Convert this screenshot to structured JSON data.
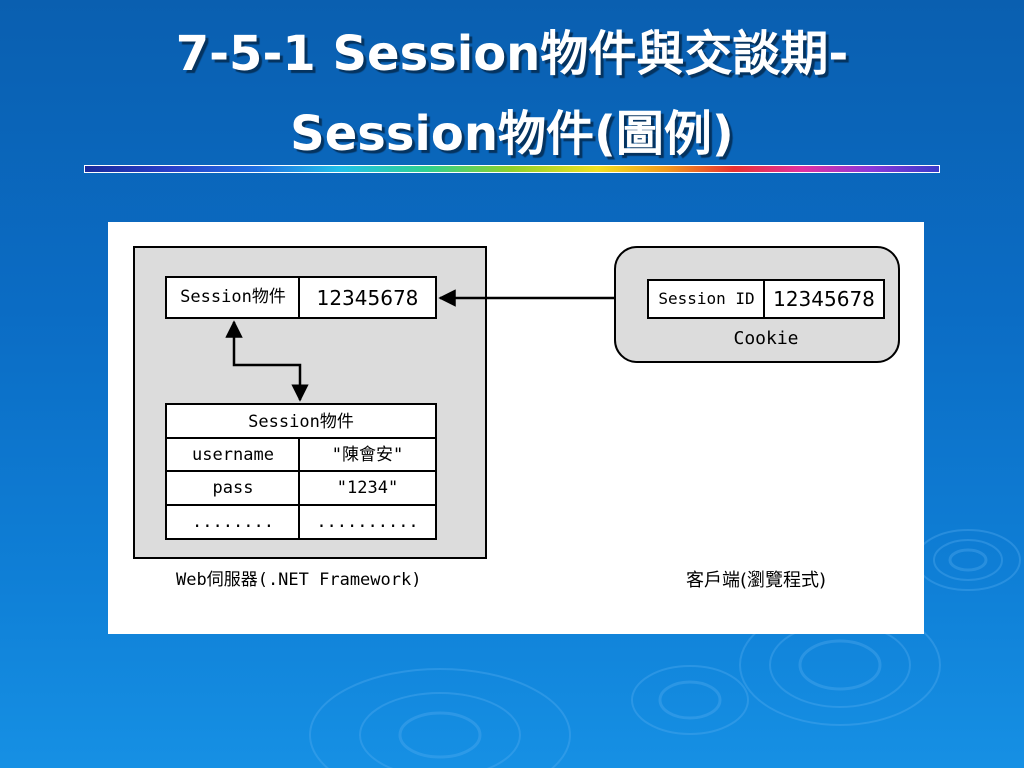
{
  "slide": {
    "title_line1": "7-5-1 Session物件與交談期-",
    "title_line2": "Session物件(圖例)"
  },
  "diagram": {
    "server": {
      "session_ref_label": "Session物件",
      "session_ref_value": "12345678",
      "table_title": "Session物件",
      "rows": [
        {
          "key": "username",
          "value": "\"陳會安\""
        },
        {
          "key": "pass",
          "value": "\"1234\""
        },
        {
          "key": "........",
          "value": ".........."
        }
      ],
      "caption": "Web伺服器(.NET Framework)"
    },
    "client": {
      "session_id_label": "Session ID",
      "session_id_value": "12345678",
      "cookie_label": "Cookie",
      "caption": "客戶端(瀏覽程式)"
    }
  },
  "colors": {
    "background": "#0b6cc4",
    "server_box_fill": "#dcdcdc",
    "cookie_box_fill": "#dcdcdc",
    "cell_fill": "#ffffff",
    "stroke": "#000000"
  }
}
